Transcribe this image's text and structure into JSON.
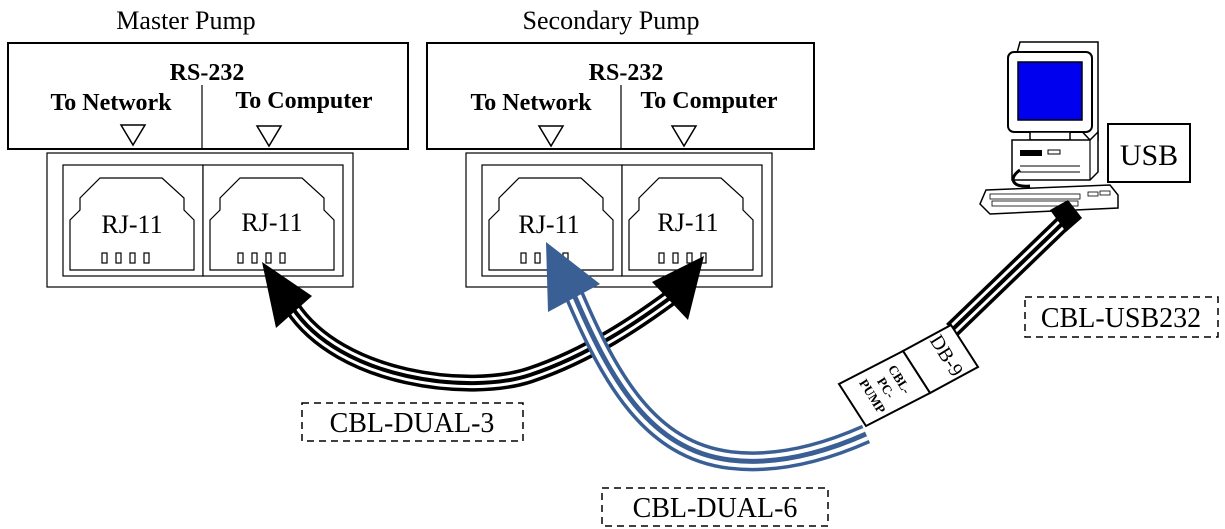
{
  "colors": {
    "black_cable": "#000000",
    "blue_cable": "#3a5f94",
    "screen": "#0000ee"
  },
  "pumps": [
    {
      "title": "Master Pump",
      "interface": "RS-232",
      "port_left_label": "To Network",
      "port_right_label": "To Computer",
      "jack_left": "RJ-11",
      "jack_right": "RJ-11"
    },
    {
      "title": "Secondary Pump",
      "interface": "RS-232",
      "port_left_label": "To Network",
      "port_right_label": "To Computer",
      "jack_left": "RJ-11",
      "jack_right": "RJ-11"
    }
  ],
  "computer": {
    "icon": "desktop-computer-icon",
    "usb_label": "USB"
  },
  "cables": {
    "dual3": "CBL-DUAL-3",
    "dual6": "CBL-DUAL-6",
    "usb232": "CBL-USB232",
    "adapter_db9": "DB-9",
    "adapter_lines": [
      "CBL-",
      "PC-",
      "PUMP"
    ]
  }
}
